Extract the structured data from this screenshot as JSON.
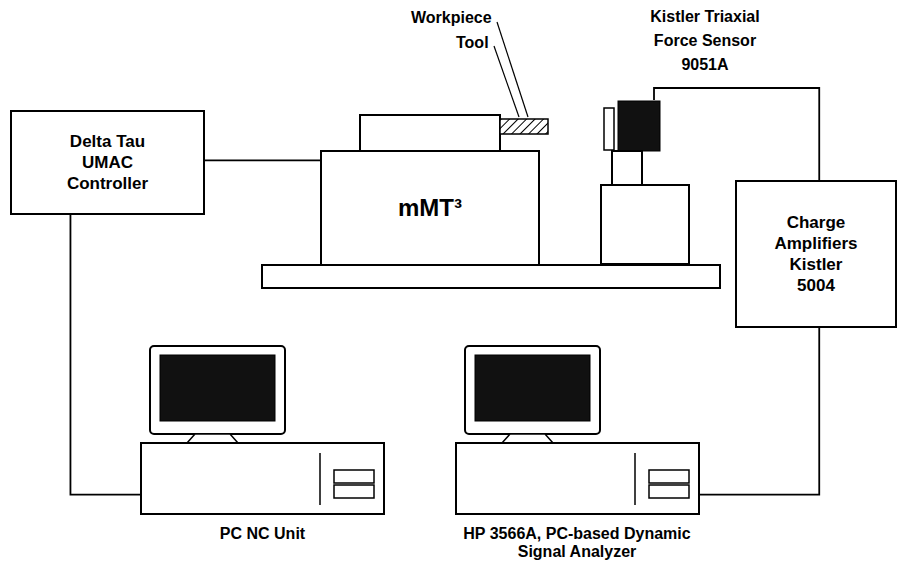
{
  "diagram": {
    "nodes": [
      {
        "text": [
          "Delta Tau UMAC Controller"
        ]
      },
      {
        "text": [
          "mMT³"
        ]
      },
      {
        "text": [
          "Kistler Triaxial Force Sensor 9051A"
        ]
      },
      {
        "text": [
          "Charge Amplifiers Kistler 5004"
        ]
      },
      {
        "text": [
          "PC NC Unit"
        ]
      },
      {
        "text": [
          "HP 3566A, PC-based Dynamic Signal Analyzer"
        ]
      }
    ],
    "edges": [
      {
        "from": 0,
        "to": 1,
        "arrow": "none"
      },
      {
        "from": 0,
        "to": 4,
        "arrow": "none"
      },
      {
        "from": 2,
        "to": 3,
        "arrow": "none"
      },
      {
        "from": 3,
        "to": 5,
        "arrow": "none"
      }
    ],
    "labels": [
      "Workpiece",
      "Tool"
    ]
  }
}
